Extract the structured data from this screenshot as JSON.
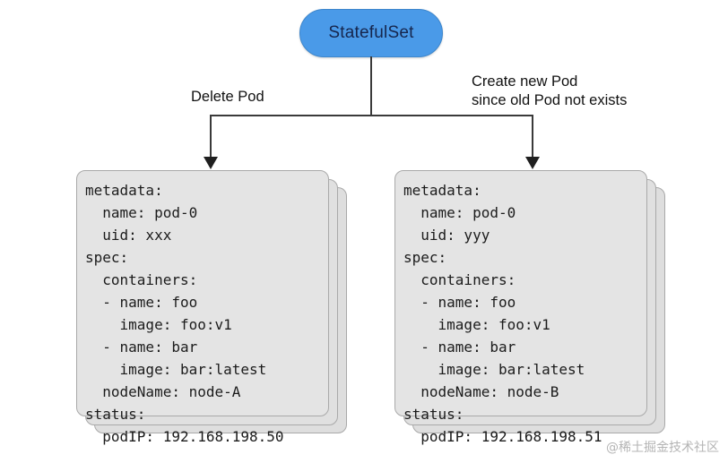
{
  "diagram": {
    "title": "StatefulSet pod recreation flow",
    "root_node": {
      "label": "StatefulSet",
      "fill_color": "#4a9ae8",
      "text_color": "#16264d"
    },
    "edges": [
      {
        "id": "delete-pod",
        "label": "Delete Pod",
        "direction": "down",
        "target": "old-pod"
      },
      {
        "id": "create-new-pod",
        "label": "Create new Pod\nsince old Pod not exists",
        "direction": "down",
        "target": "new-pod"
      }
    ],
    "pods": [
      {
        "id": "old-pod",
        "card_color": "#e4e4e4",
        "border_color": "#a9a9a9",
        "stack_count": 3,
        "yaml": "metadata:\n  name: pod-0\n  uid: xxx\nspec:\n  containers:\n  - name: foo\n    image: foo:v1\n  - name: bar\n    image: bar:latest\n  nodeName: node-A\nstatus:\n  podIP: 192.168.198.50",
        "fields": {
          "metadata": {
            "name": "pod-0",
            "uid": "xxx"
          },
          "spec": {
            "containers": [
              {
                "name": "foo",
                "image": "foo:v1"
              },
              {
                "name": "bar",
                "image": "bar:latest"
              }
            ],
            "nodeName": "node-A"
          },
          "status": {
            "podIP": "192.168.198.50"
          }
        }
      },
      {
        "id": "new-pod",
        "card_color": "#e4e4e4",
        "border_color": "#a9a9a9",
        "stack_count": 3,
        "yaml": "metadata:\n  name: pod-0\n  uid: yyy\nspec:\n  containers:\n  - name: foo\n    image: foo:v1\n  - name: bar\n    image: bar:latest\n  nodeName: node-B\nstatus:\n  podIP: 192.168.198.51",
        "fields": {
          "metadata": {
            "name": "pod-0",
            "uid": "yyy"
          },
          "spec": {
            "containers": [
              {
                "name": "foo",
                "image": "foo:v1"
              },
              {
                "name": "bar",
                "image": "bar:latest"
              }
            ],
            "nodeName": "node-B"
          },
          "status": {
            "podIP": "192.168.198.51"
          }
        }
      }
    ]
  },
  "watermark": {
    "text": "@稀土掘金技术社区"
  }
}
